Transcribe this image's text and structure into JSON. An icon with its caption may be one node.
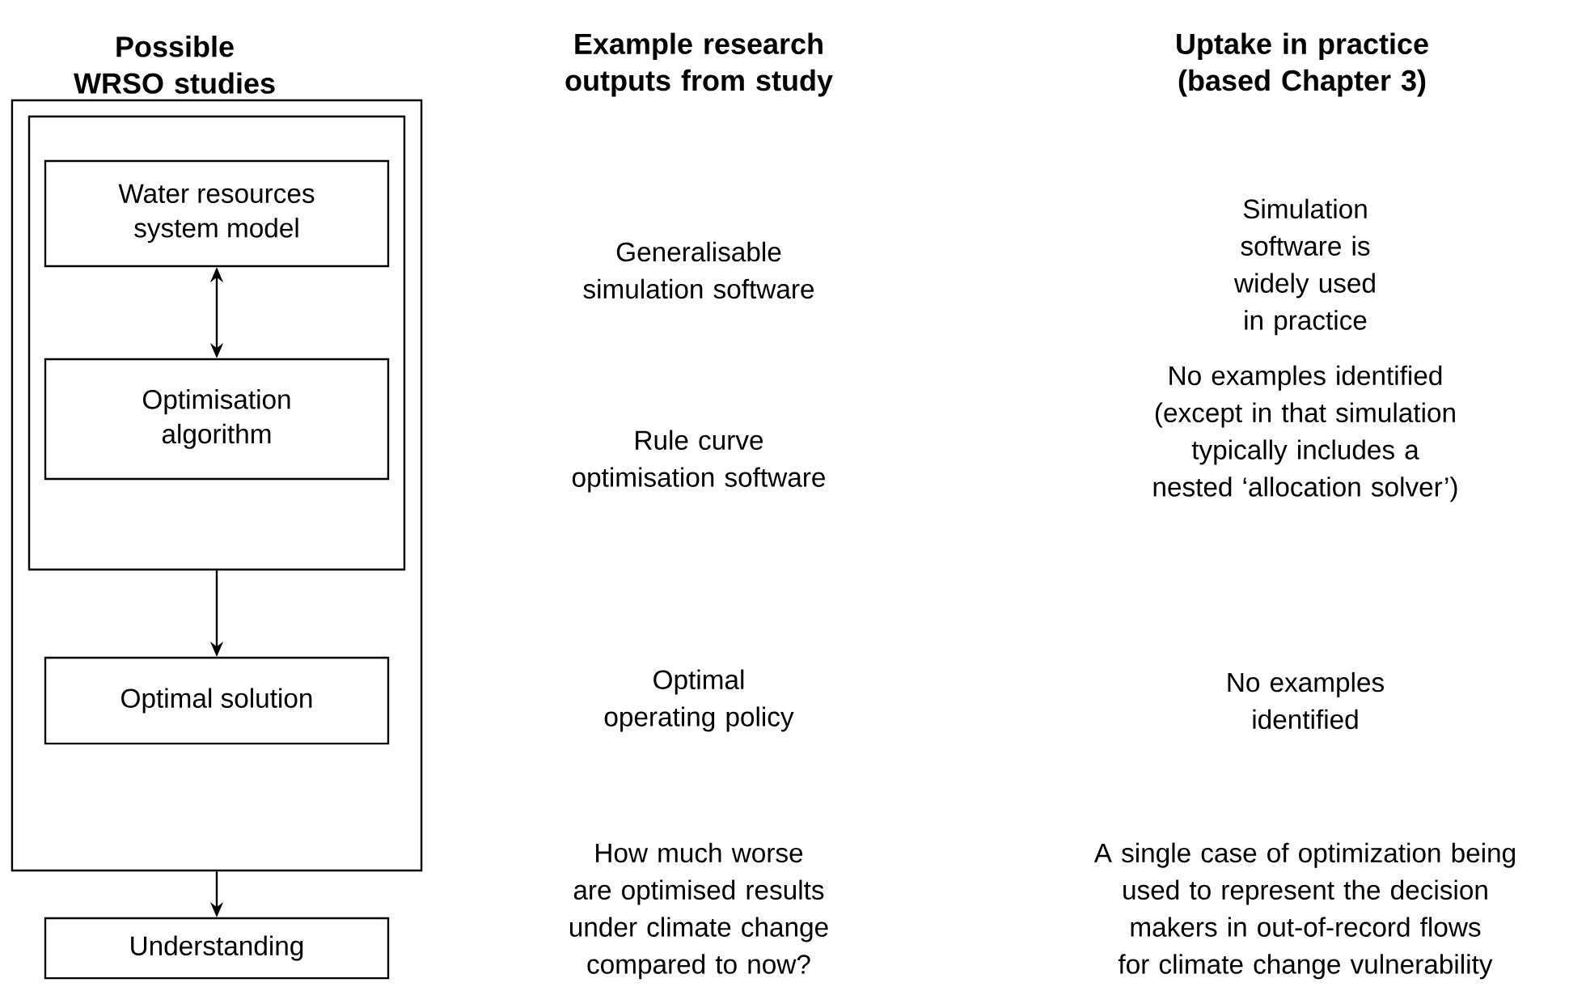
{
  "diagram": {
    "nodes": [
      {
        "text": [],
        "shape": "box"
      },
      {
        "text": [],
        "shape": "box",
        "in": 0
      },
      {
        "text": [
          "Water resources system model"
        ],
        "in": 1
      },
      {
        "text": [
          "Optimisation algorithm"
        ],
        "in": 1
      },
      {
        "text": [
          "Optimal solution"
        ],
        "in": 0
      },
      {
        "text": [
          "Understanding"
        ]
      }
    ],
    "edges": [
      {
        "from": 2,
        "to": 3,
        "arrow": "both"
      },
      {
        "from": 1,
        "to": 4,
        "arrow": "to"
      },
      {
        "from": 0,
        "to": 5,
        "arrow": "to"
      }
    ],
    "labels": [
      "Possible WRSO studies",
      "Example research outputs from study",
      "Uptake in practice (based Chapter 3)",
      "Generalisable simulation software",
      "Simulation software is widely used in practice",
      "Rule curve optimisation software",
      "No examples identified (except in that simulation typically includes a nested ‘allocation solver’)",
      "Optimal operating policy",
      "No examples identified",
      "How much worse are optimised results under climate change compared to now?",
      "A single case of optimization being used to represent the decision makers in out-of-record flows for climate change vulnerability"
    ]
  }
}
